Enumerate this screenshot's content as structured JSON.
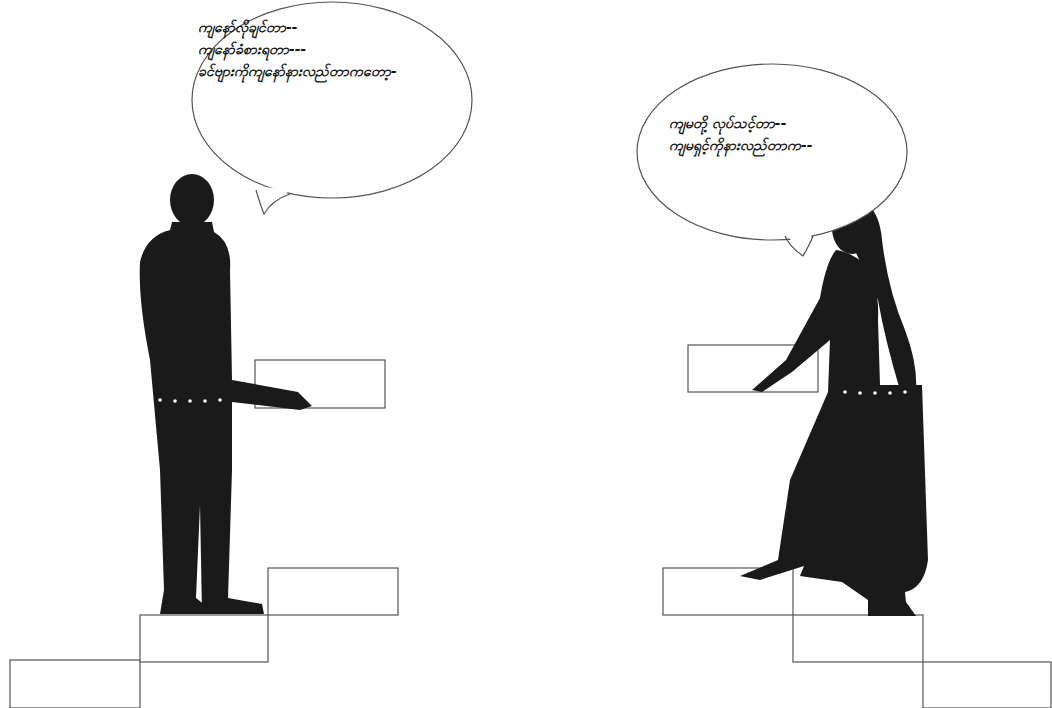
{
  "diagram": {
    "nodes": [
      {
        "text": [
          "ကျနော်လိုချင်တာ--",
          "ကျနော်ခံစားရတာ---",
          "ခင်ဗျားကိုကျနော်နားလည်တာကတော့-"
        ]
      },
      {
        "text": [
          "ကျမတို့ လုပ်သင့်တာ--",
          "ကျမရှင့်ကိုနားလည်တာက--"
        ]
      }
    ]
  }
}
